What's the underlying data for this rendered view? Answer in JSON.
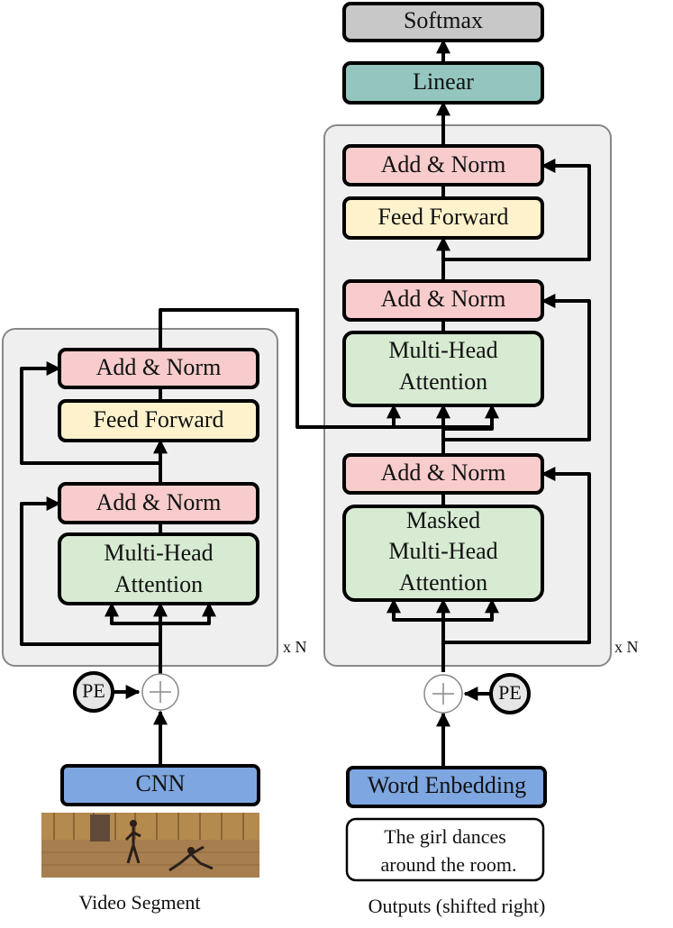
{
  "decoder": {
    "softmax": "Softmax",
    "linear": "Linear",
    "add_norm_top": "Add & Norm",
    "feed_forward": "Feed Forward",
    "add_norm_mid": "Add & Norm",
    "cross_attention": [
      "Multi-Head",
      "Attention"
    ],
    "add_norm_bottom": "Add & Norm",
    "masked_attention": [
      "Masked",
      "Multi-Head",
      "Attention"
    ],
    "repeat_label": "x N",
    "positional_encoding": "PE",
    "embedding": "Word Enbedding",
    "caption_text": [
      "The girl dances",
      "around the room."
    ],
    "input_label": "Outputs (shifted right)"
  },
  "encoder": {
    "add_norm_top": "Add & Norm",
    "feed_forward": "Feed Forward",
    "add_norm_bottom": "Add & Norm",
    "attention": [
      "Multi-Head",
      "Attention"
    ],
    "repeat_label": "x N",
    "positional_encoding": "PE",
    "cnn": "CNN",
    "input_label": "Video Segment"
  },
  "colors": {
    "softmax": "#c8c8c8",
    "linear": "#94c6bf",
    "add_norm": "#f8cccc",
    "feed_forward": "#fdf2cc",
    "attention": "#d7ead2",
    "embedding": "#7ea6e0",
    "stack_bg": "#efefef",
    "stack_border": "#888888"
  }
}
